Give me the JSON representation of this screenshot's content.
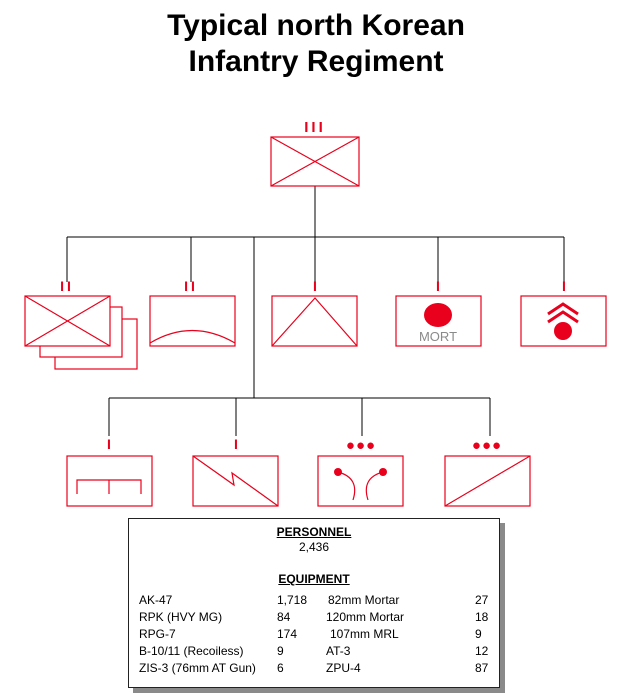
{
  "title": {
    "line1": "Typical north Korean",
    "line2": "Infantry Regiment"
  },
  "colors": {
    "symbol": "#e8001c",
    "line": "#000000",
    "shadow": "#8a8a8a"
  },
  "units": {
    "regiment": {
      "echelon": "III",
      "type": "infantry"
    },
    "battalions": [
      {
        "echelon": "II",
        "type": "infantry",
        "stacked": true
      },
      {
        "echelon": "II",
        "type": "armor-reconnaissance"
      },
      {
        "echelon": "I",
        "type": "air-defense"
      },
      {
        "echelon": "I",
        "type": "mortar",
        "label": "MORT"
      },
      {
        "echelon": "I",
        "type": "artillery-rocket"
      }
    ],
    "companies": [
      {
        "echelon": "I",
        "type": "engineer"
      },
      {
        "echelon": "I",
        "type": "signal"
      },
      {
        "echelon": "●●●",
        "type": "chemical"
      },
      {
        "echelon": "●●●",
        "type": "antitank"
      }
    ]
  },
  "summary": {
    "personnel_heading": "PERSONNEL",
    "personnel_value": "2,436",
    "equipment_heading": "EQUIPMENT",
    "equipment": [
      {
        "name": "AK-47",
        "qty": "1,718",
        "name2": "82mm Mortar",
        "qty2": "27"
      },
      {
        "name": "RPK (HVY MG)",
        "qty": "84",
        "name2": "120mm Mortar",
        "qty2": "18"
      },
      {
        "name": "RPG-7",
        "qty": "174",
        "name2": "107mm MRL",
        "qty2": "9"
      },
      {
        "name": "B-10/11 (Recoiless)",
        "qty": "9",
        "name2": "AT-3",
        "qty2": "12"
      },
      {
        "name": "ZIS-3 (76mm AT Gun)",
        "qty": "6",
        "name2": "ZPU-4",
        "qty2": "87"
      }
    ]
  }
}
